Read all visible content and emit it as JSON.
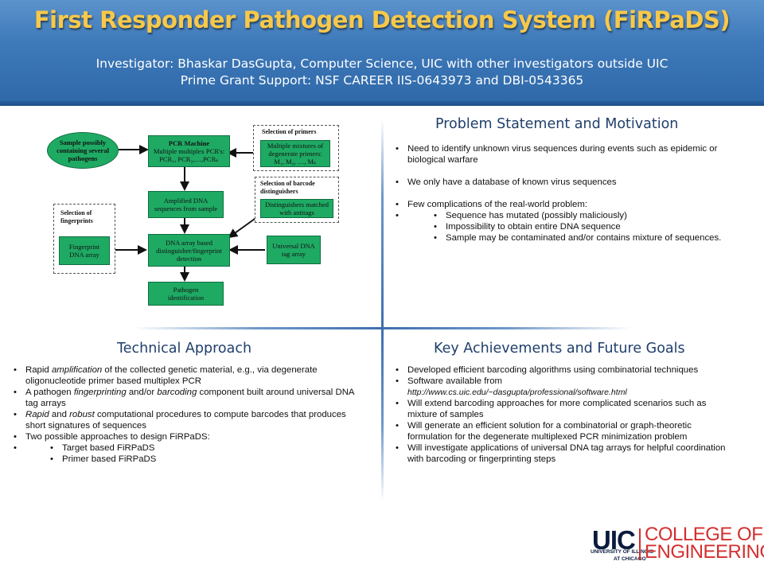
{
  "header": {
    "title": "First Responder Pathogen Detection System (FiRPaDS)",
    "investigator": "Investigator: Bhaskar DasGupta, Computer Science, UIC with other investigators outside UIC",
    "grant": "Prime Grant Support: NSF CAREER IIS-0643973 and DBI-0543365"
  },
  "diagram": {
    "sample": "Sample possibly containing several pathogens",
    "pcr_title": "PCR Machine",
    "pcr_body": "Multiple multiplex PCR's: PCR₁, PCR₂,…,PCRₖ",
    "primers_label": "Selection of primers",
    "primers_body": "Multiple mixtures of degenerate primers: M₁, M₂, …, Mₖ",
    "amplified": "Amplified DNA sequences from sample",
    "barcode_label": "Selection of barcode distinguishers",
    "distinguishers": "Distinguishers matched with antitags",
    "fingerprints_label": "Selection of fingerprints",
    "fingerprint_array": "Fingerprint DNA array",
    "dna_array": "DNA array based distinguisher/fingerprint detection",
    "universal": "Universal DNA tag array",
    "pathogen": "Pathogen identification"
  },
  "problem": {
    "title": "Problem Statement and Motivation",
    "items": [
      "Need to identify unknown virus sequences during events such as epidemic or biological warfare",
      "We only have a database of known virus sequences",
      "Few complications of the real-world problem:"
    ],
    "subitems": [
      "Sequence has mutated (possibly maliciously)",
      "Impossibility  to obtain entire DNA sequence",
      "Sample may be contaminated and/or contains mixture of sequences."
    ]
  },
  "technical": {
    "title": "Technical Approach",
    "i1_a": "Rapid ",
    "i1_em": "amplification",
    "i1_b": " of the collected genetic material, e.g., via degenerate oligonucleotide primer based multiplex PCR",
    "i2_a": "A pathogen ",
    "i2_em1": "fingerprinting",
    "i2_b": " and/or ",
    "i2_em2": "barcoding",
    "i2_c": " component built around universal DNA tag arrays",
    "i3_em1": "Rapid",
    "i3_a": " and ",
    "i3_em2": "robust",
    "i3_b": " computational procedures to compute barcodes that produces short signatures of sequences",
    "i4": "Two possible approaches to design FiRPaDS:",
    "subitems": [
      "Target based FiRPaDS",
      "Primer based FiRPaDS"
    ]
  },
  "achievements": {
    "title": "Key Achievements and Future Goals",
    "i1": "Developed efficient barcoding algorithms using combinatorial techniques",
    "i2": "Software available from",
    "url": "http://www.cs.uic.edu/~dasgupta/professional/software.html",
    "i3": "Will extend barcoding approaches for more complicated scenarios such as mixture of samples",
    "i4": "Will generate an efficient solution for a combinatorial or graph-theoretic formulation for the degenerate multiplexed PCR minimization problem",
    "i5": "Will investigate applications of universal DNA tag arrays  for helpful coordination with barcoding or fingerprinting steps"
  },
  "logo": {
    "uic": "UIC",
    "line1": "UNIVERSITY OF ILLINOIS",
    "line2": "AT CHICAGO",
    "college": "COLLEGE OF",
    "engineering": "ENGINEERING",
    "color": "#d32f2f"
  }
}
